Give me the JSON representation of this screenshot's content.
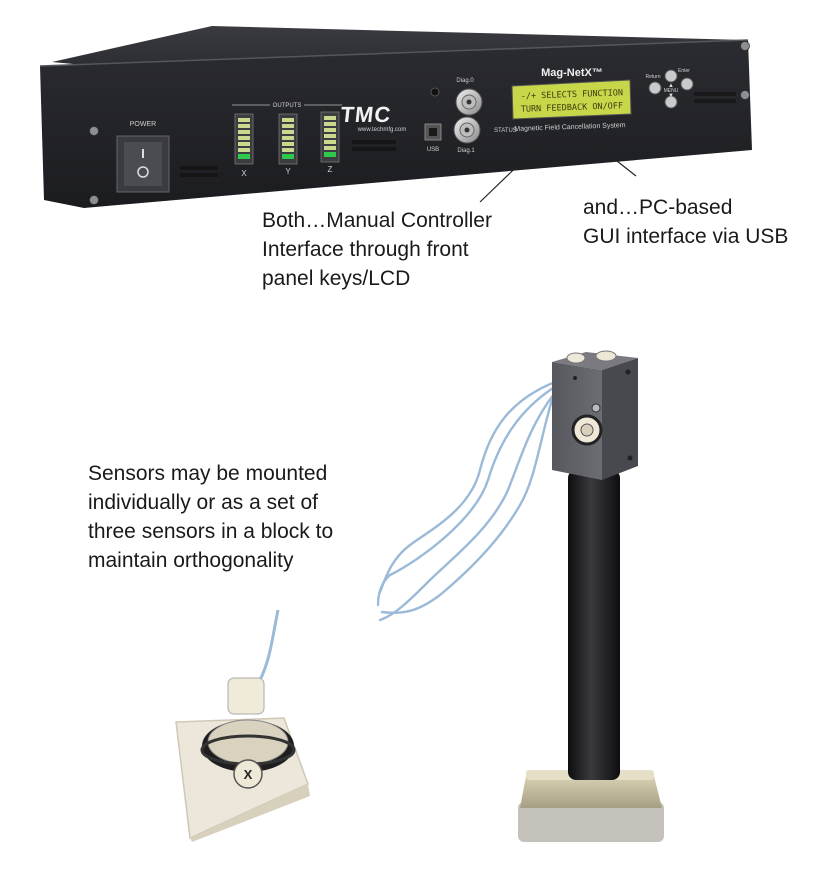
{
  "controller": {
    "power_label": "POWER",
    "outputs_label": "OUTPUTS",
    "axes": [
      "X",
      "Y",
      "Z"
    ],
    "brand": "TMC",
    "website": "www.techmfg.com",
    "usb_label": "USB",
    "diag0_label": "Diag.0",
    "diag1_label": "Diag.1",
    "status_label": "STATUS",
    "model": "Mag-NetX™",
    "lcd_line1": "-/+ SELECTS FUNCTION",
    "lcd_line2": "TURN FEEDBACK ON/OFF",
    "subtitle": "Magnetic Field Cancellation System",
    "key_return": "Return",
    "key_enter": "Enter",
    "key_menu": "MENU"
  },
  "captions": {
    "manual": [
      "Both…Manual Controller",
      "Interface through front",
      "panel keys/LCD"
    ],
    "gui": [
      "and…PC-based",
      "GUI interface via USB"
    ],
    "sensors": [
      "Sensors may be mounted",
      "individually or as a set of",
      "three sensors in a block to",
      "maintain orthogonality"
    ]
  },
  "single_sensor": {
    "mark": "X"
  },
  "colors": {
    "chassis": "#26272b",
    "lcd": "#c8d64a",
    "led_green": "#2ec84a",
    "led_amber": "#c9d88c",
    "cable": "#9bbad8"
  }
}
